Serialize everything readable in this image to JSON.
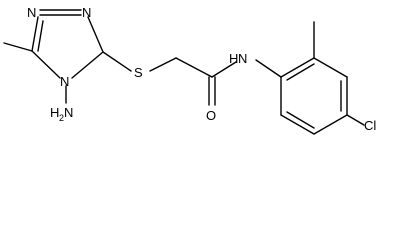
{
  "molecule": {
    "atoms": {
      "n_triazole_1": "N",
      "n_triazole_2": "N",
      "s_thioether": "S",
      "n_amide": "N",
      "h_amide": "H",
      "o_carbonyl": "O",
      "n_triazole_4": "N",
      "amino_main": "H",
      "amino_sub": "2",
      "amino_tail": "N",
      "cl": "Cl"
    }
  }
}
